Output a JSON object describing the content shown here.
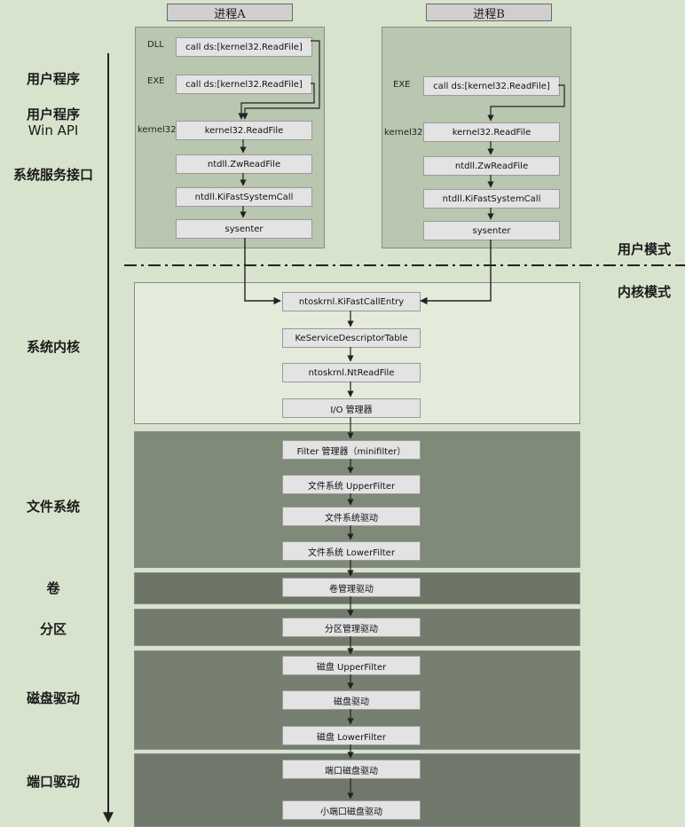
{
  "process_a": {
    "title": "进程A"
  },
  "process_b": {
    "title": "进程B"
  },
  "layers": {
    "user_program": "用户程序",
    "user_program_api_1": "用户程序",
    "user_program_api_2": "Win API",
    "system_service": "系统服务接口",
    "system_kernel": "系统内核",
    "file_system": "文件系统",
    "volume": "卷",
    "partition": "分区",
    "disk_driver": "磁盘驱动",
    "port_driver": "端口驱动"
  },
  "modes": {
    "user": "用户模式",
    "kernel": "内核模式"
  },
  "side_tags": {
    "dll": "DLL",
    "exe": "EXE",
    "kernel32": "kernel32"
  },
  "user_boxes": {
    "call_dll": "call ds:[kernel32.ReadFile]",
    "call_exe": "call ds:[kernel32.ReadFile]",
    "read_file": "kernel32.ReadFile",
    "zw_read_file": "ntdll.ZwReadFile",
    "ki_fast_system_call": "ntdll.KiFastSystemCall",
    "sysenter": "sysenter"
  },
  "kernel_boxes": {
    "ki_fast_call_entry": "ntoskrnl.KiFastCallEntry",
    "ke_service_descriptor_table": "KeServiceDescriptorTable",
    "nt_read_file": "ntoskrnl.NtReadFile",
    "io_manager": "I/O 管理器"
  },
  "fs_boxes": {
    "filter_manager": "Filter 管理器（minifilter）",
    "upper_filter": "文件系统 UpperFilter",
    "fs_driver": "文件系统驱动",
    "lower_filter": "文件系统 LowerFilter"
  },
  "volume_box": "卷管理驱动",
  "partition_box": "分区管理驱动",
  "disk_boxes": {
    "upper_filter": "磁盘 UpperFilter",
    "disk_driver": "磁盘驱动",
    "lower_filter": "磁盘 LowerFilter"
  },
  "port_boxes": {
    "port_disk_driver": "端口磁盘驱动",
    "miniport_disk_driver": "小端口磁盘驱动"
  },
  "colors": {
    "background": "#d7e3cc",
    "user_panel": "#b9c6b0",
    "kernel_panel": "#e4ebdb",
    "fs_panel": "#7f8a78",
    "volume_panel": "#6c7566",
    "partition_panel": "#727b6c",
    "disk_panel": "#767f70",
    "port_panel": "#6f786a",
    "box": "#e3e3e3",
    "arrow": "#222222"
  }
}
